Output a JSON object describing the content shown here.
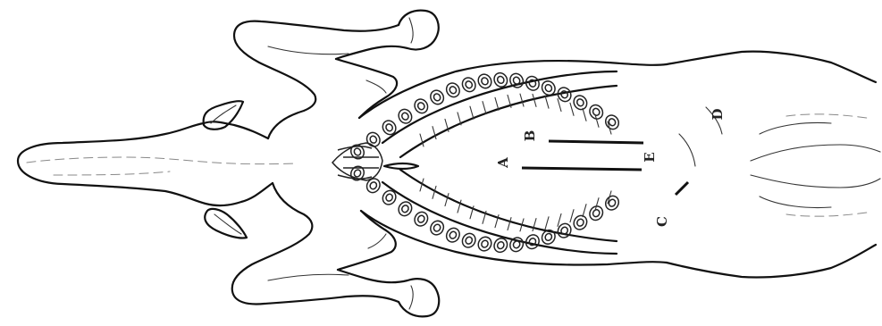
{
  "labels": {
    "A": "A",
    "B": "B",
    "C": "C",
    "D": "D",
    "E": "E"
  },
  "colors": {
    "ink": "#111111",
    "background": "#ffffff"
  }
}
